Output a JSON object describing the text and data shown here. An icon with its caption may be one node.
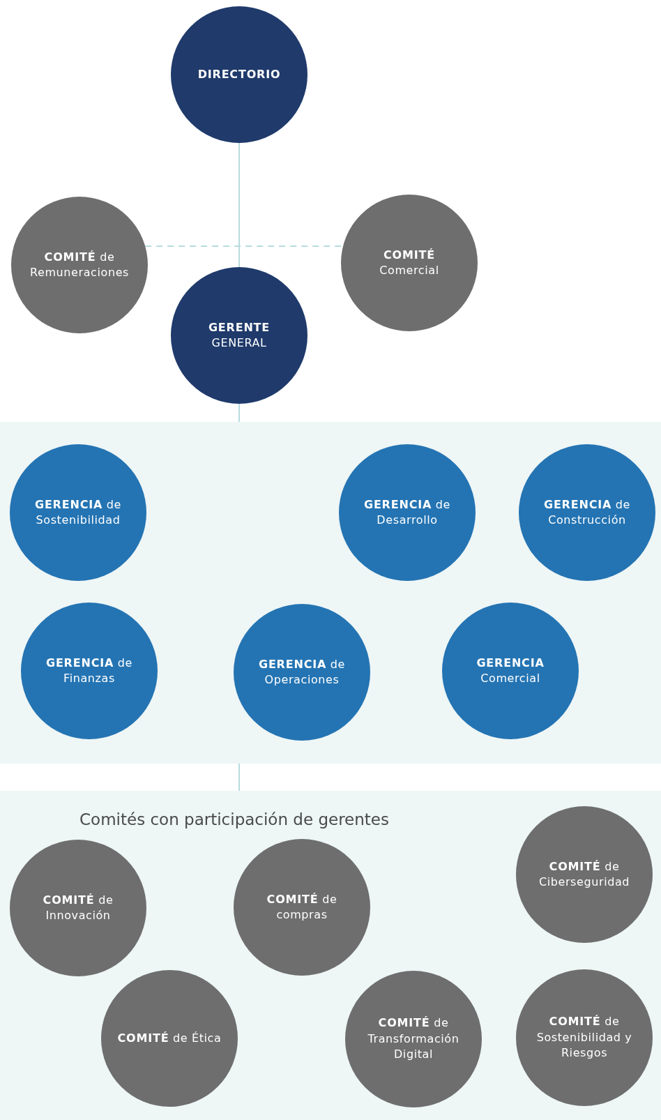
{
  "diagram": {
    "nodes": [
      {
        "text": [
          "**DIRECTORIO**"
        ]
      },
      {
        "text": [
          "**COMITÉ** de Remuneraciones"
        ]
      },
      {
        "text": [
          "**COMITÉ** Comercial"
        ]
      },
      {
        "text": [
          "**GERENTE** GENERAL"
        ]
      },
      {
        "text": [],
        "shape": "band"
      },
      {
        "text": [
          "**GERENCIA** de Sostenibilidad"
        ],
        "in": 4
      },
      {
        "text": [
          "**GERENCIA** de Desarrollo"
        ],
        "in": 4
      },
      {
        "text": [
          "**GERENCIA** de Construcción"
        ],
        "in": 4
      },
      {
        "text": [
          "**GERENCIA** de Finanzas"
        ],
        "in": 4
      },
      {
        "text": [
          "**GERENCIA** de Operaciones"
        ],
        "in": 4
      },
      {
        "text": [
          "**GERENCIA** Comercial"
        ],
        "in": 4
      },
      {
        "text": [
          "Comités con participación de gerentes"
        ]
      },
      {
        "text": [
          "**COMITÉ** de Innovación"
        ],
        "in": 11
      },
      {
        "text": [
          "**COMITÉ** de compras"
        ],
        "in": 11
      },
      {
        "text": [
          "**COMITÉ** de Ciberseguridad"
        ],
        "in": 11
      },
      {
        "text": [
          "**COMITÉ** de Ética"
        ],
        "in": 11
      },
      {
        "text": [
          "**COMITÉ** de Transformación Digital"
        ],
        "in": 11
      },
      {
        "text": [
          "**COMITÉ** de Sostenibilidad y Riesgos"
        ],
        "in": 11
      }
    ],
    "edges": [
      {
        "from": 0,
        "to": 3,
        "arrow": "none"
      },
      {
        "from": 1,
        "to": 2,
        "arrow": "none",
        "style": "dashed"
      },
      {
        "from": 3,
        "to": 4,
        "arrow": "none"
      },
      {
        "from": 4,
        "to": 11,
        "arrow": "none"
      }
    ]
  }
}
